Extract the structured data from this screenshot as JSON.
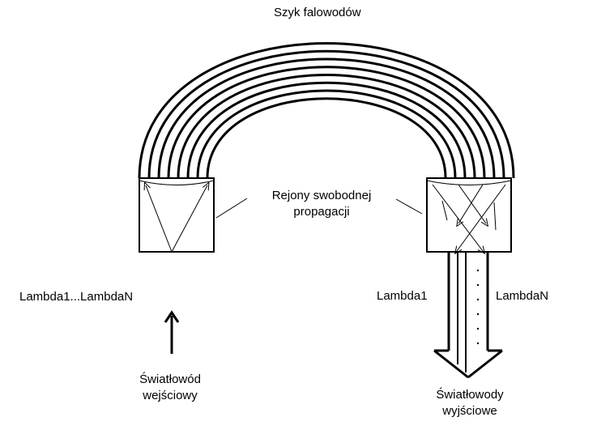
{
  "title": "Szyk falowodów",
  "labels": {
    "free_region_line1": "Rejony swobodnej",
    "free_region_line2": "propagacji",
    "input_wavelengths": "Lambda1...LambdaN",
    "output_lambda1": "Lambda1",
    "output_lambdaN": "LambdaN",
    "input_fiber_line1": "Światłowód",
    "input_fiber_line2": "wejściowy",
    "output_fiber_line1": "Światłowody",
    "output_fiber_line2": "wyjściowe"
  },
  "colors": {
    "stroke": "#000000",
    "background": "#ffffff"
  }
}
